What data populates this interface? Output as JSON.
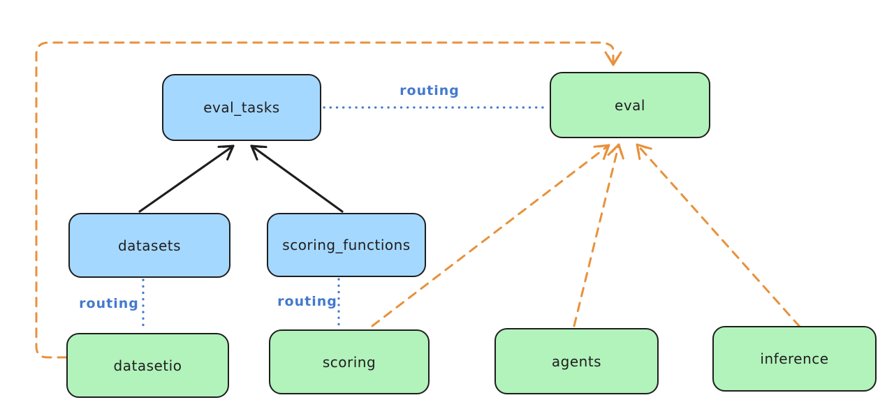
{
  "diagram_type": "architecture-routing-diagram",
  "colors": {
    "background": "#ffffff",
    "registry_node_fill_blue": "#a5d8ff",
    "provider_node_fill_green": "#b2f2bb",
    "node_stroke": "#1e1e1e",
    "routing_blue": "#4379cd",
    "provider_orange": "#e8913c"
  },
  "nodes": [
    {
      "id": "eval_tasks",
      "label": "eval_tasks",
      "fill": "#a5d8ff"
    },
    {
      "id": "eval",
      "label": "eval",
      "fill": "#b2f2bb"
    },
    {
      "id": "datasets",
      "label": "datasets",
      "fill": "#a5d8ff"
    },
    {
      "id": "scoring_functions",
      "label": "scoring_functions",
      "fill": "#a5d8ff"
    },
    {
      "id": "datasetio",
      "label": "datasetio",
      "fill": "#b2f2bb"
    },
    {
      "id": "scoring",
      "label": "scoring",
      "fill": "#b2f2bb"
    },
    {
      "id": "agents",
      "label": "agents",
      "fill": "#b2f2bb"
    },
    {
      "id": "inference",
      "label": "inference",
      "fill": "#b2f2bb"
    }
  ],
  "edges": [
    {
      "from": "datasets",
      "to": "eval_tasks",
      "style": "solid-black-arrow",
      "label": ""
    },
    {
      "from": "scoring_functions",
      "to": "eval_tasks",
      "style": "solid-black-arrow",
      "label": ""
    },
    {
      "from": "eval_tasks",
      "to": "eval",
      "style": "dotted-blue",
      "label": "routing"
    },
    {
      "from": "datasets",
      "to": "datasetio",
      "style": "dotted-blue",
      "label": "routing"
    },
    {
      "from": "scoring_functions",
      "to": "scoring",
      "style": "dotted-blue",
      "label": "routing"
    },
    {
      "from": "scoring",
      "to": "eval",
      "style": "dashed-orange-arrow",
      "label": ""
    },
    {
      "from": "agents",
      "to": "eval",
      "style": "dashed-orange-arrow",
      "label": ""
    },
    {
      "from": "inference",
      "to": "eval",
      "style": "dashed-orange-arrow",
      "label": ""
    },
    {
      "from": "datasetio",
      "to": "eval",
      "style": "dashed-orange-arrow-elbow",
      "label": ""
    }
  ]
}
